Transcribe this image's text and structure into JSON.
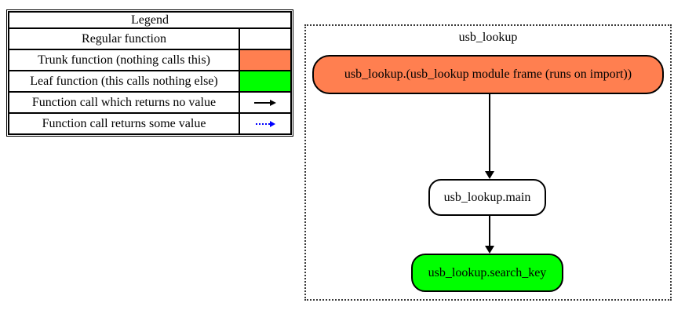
{
  "legend": {
    "title": "Legend",
    "rows": [
      {
        "label": "Regular function",
        "swatch": "regular-fill"
      },
      {
        "label": "Trunk function (nothing calls this)",
        "swatch": "trunk-fill"
      },
      {
        "label": "Leaf function (this calls nothing else)",
        "swatch": "leaf-fill"
      },
      {
        "label": "Function call which returns no value",
        "swatch": "solid-black-arrow"
      },
      {
        "label": "Function call returns some value",
        "swatch": "dotted-blue-arrow"
      }
    ],
    "colors": {
      "regular": "#ffffff",
      "trunk": "#ff7f50",
      "leaf": "#00ff00",
      "call_no_value_arrow": "#000000",
      "call_some_value_arrow": "#0000ff"
    }
  },
  "graph": {
    "cluster_label": "usb_lookup",
    "nodes": [
      {
        "id": "module_frame",
        "label": "usb_lookup.(usb_lookup module frame (runs on import))",
        "type": "trunk",
        "fill": "#ff7f50"
      },
      {
        "id": "main",
        "label": "usb_lookup.main",
        "type": "regular",
        "fill": "#ffffff"
      },
      {
        "id": "search_key",
        "label": "usb_lookup.search_key",
        "type": "leaf",
        "fill": "#00ff00"
      }
    ],
    "edges": [
      {
        "from": "module_frame",
        "to": "main",
        "style": "solid",
        "color": "#000000"
      },
      {
        "from": "main",
        "to": "search_key",
        "style": "solid",
        "color": "#000000"
      }
    ]
  }
}
